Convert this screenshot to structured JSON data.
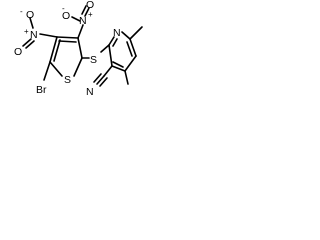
{
  "labels": {
    "nitro_top_N": "N",
    "nitro_top_plus": "+",
    "nitro_top_O_up": "O",
    "nitro_top_O_left": "O",
    "nitro_top_minus": "-",
    "nitro_left_N": "N",
    "nitro_left_plus": "+",
    "nitro_left_O_up": "O",
    "nitro_left_minus": "-",
    "nitro_left_O_down": "O",
    "thiophene_S": "S",
    "bridge_S": "S",
    "bromine": "Br",
    "pyridine_N": "N",
    "nitrile_N": "N"
  }
}
